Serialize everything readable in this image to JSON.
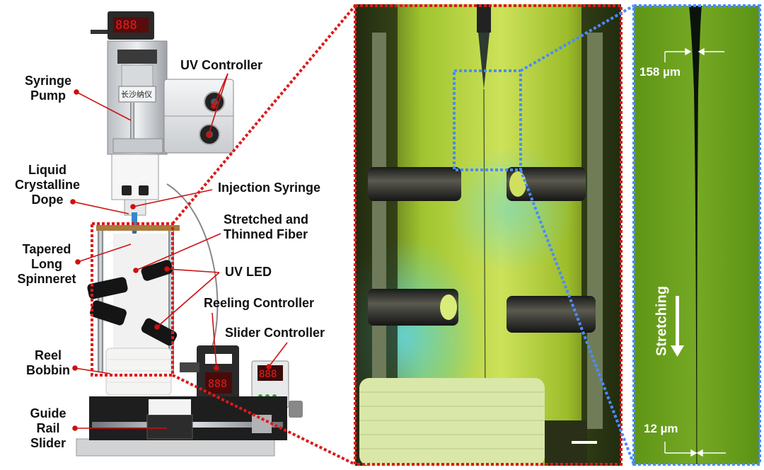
{
  "labels": {
    "syringe_pump": [
      "Syringe",
      "Pump"
    ],
    "uv_controller": "UV Controller",
    "liquid_crystalline_dope": [
      "Liquid",
      "Crystalline",
      "Dope"
    ],
    "injection_syringe": "Injection Syringe",
    "stretched_thinned_fiber": [
      "Stretched and",
      "Thinned Fiber"
    ],
    "tapered_long_spinneret": [
      "Tapered",
      "Long",
      "Spinneret"
    ],
    "uv_led": "UV LED",
    "reeling_controller": "Reeling Controller",
    "slider_controller": "Slider Controller",
    "reel_bobbin": [
      "Reel",
      "Bobbin"
    ],
    "guide_rail_slider": [
      "Guide",
      "Rail",
      "Slider"
    ]
  },
  "device_text": {
    "pump_plate": "长沙纳仪"
  },
  "right_panel": {
    "top_width": "158 µm",
    "bottom_width": "12 µm",
    "direction": "Stretching"
  },
  "colors": {
    "leader_line": "#cc1111",
    "red_frame": "#dd1a1a",
    "blue_frame": "#4a8cff",
    "green_background": "#6a9e1c"
  },
  "icons": {
    "arrow": "arrow-down-icon"
  }
}
